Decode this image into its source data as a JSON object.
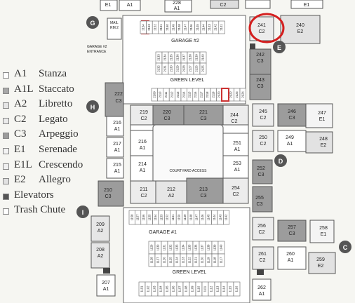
{
  "legend": [
    {
      "code": "A1",
      "name": "Stanza",
      "swatch": "#ffffff"
    },
    {
      "code": "A1L",
      "name": "Staccato",
      "swatch": "#a8a8a8"
    },
    {
      "code": "A2",
      "name": "Libretto",
      "swatch": "#e6e6e6"
    },
    {
      "code": "C2",
      "name": "Legato",
      "swatch": "#ececec"
    },
    {
      "code": "C3",
      "name": "Arpeggio",
      "swatch": "#9c9c9c"
    },
    {
      "code": "E1",
      "name": "Serenade",
      "swatch": "#f4f4f4"
    },
    {
      "code": "E1L",
      "name": "Crescendo",
      "swatch": "#f0f0f0"
    },
    {
      "code": "E2",
      "name": "Allegro",
      "swatch": "#e2e2e2"
    },
    {
      "code": "",
      "name": "Elevators",
      "swatch": "#555555"
    },
    {
      "code": "",
      "name": "Trash Chute",
      "swatch": "#ffffff"
    }
  ],
  "labels": {
    "garage2": "GARAGE #2",
    "garage1": "GARAGE #1",
    "green_top": "GREEN LEVEL",
    "green_bottom": "GREEN LEVEL",
    "courtyard": "COURTYARD ACCESS",
    "mailroom": "MAIL RM 2",
    "entrance": "GARAGE #2 ENTRANCE"
  },
  "markers": [
    "G",
    "H",
    "I",
    "E",
    "D",
    "C"
  ],
  "units": [
    {
      "n": "241",
      "t": "C2"
    },
    {
      "n": "240",
      "t": "E2"
    },
    {
      "n": "242",
      "t": "C3"
    },
    {
      "n": "243",
      "t": "C3"
    },
    {
      "n": "245",
      "t": "C2"
    },
    {
      "n": "246",
      "t": "C3"
    },
    {
      "n": "247",
      "t": "E1"
    },
    {
      "n": "250",
      "t": "C2"
    },
    {
      "n": "249",
      "t": "A1"
    },
    {
      "n": "248",
      "t": "E2"
    },
    {
      "n": "252",
      "t": "C3"
    },
    {
      "n": "255",
      "t": "C3"
    },
    {
      "n": "256",
      "t": "C2"
    },
    {
      "n": "257",
      "t": "C3"
    },
    {
      "n": "258",
      "t": "E1"
    },
    {
      "n": "261",
      "t": "C2"
    },
    {
      "n": "260",
      "t": "A1"
    },
    {
      "n": "259",
      "t": "E2"
    },
    {
      "n": "262",
      "t": "A1"
    },
    {
      "n": "222",
      "t": "C3"
    },
    {
      "n": "216",
      "t": "A1"
    },
    {
      "n": "217",
      "t": "A1"
    },
    {
      "n": "215",
      "t": "A1"
    },
    {
      "n": "210",
      "t": "C3"
    },
    {
      "n": "209",
      "t": "A2"
    },
    {
      "n": "208",
      "t": "A2"
    },
    {
      "n": "207",
      "t": "A1"
    },
    {
      "n": "219",
      "t": "C2"
    },
    {
      "n": "220",
      "t": "C3"
    },
    {
      "n": "221",
      "t": "C3"
    },
    {
      "n": "244",
      "t": "C2"
    },
    {
      "n": "216",
      "t": "A1"
    },
    {
      "n": "214",
      "t": "A1"
    },
    {
      "n": "251",
      "t": "A1"
    },
    {
      "n": "253",
      "t": "A1"
    },
    {
      "n": "211",
      "t": "C2"
    },
    {
      "n": "212",
      "t": "A2"
    },
    {
      "n": "213",
      "t": "C3"
    },
    {
      "n": "254",
      "t": "C2"
    },
    {
      "n": "",
      "t": "E1"
    },
    {
      "n": "",
      "t": "A1"
    },
    {
      "n": "228",
      "t": "A1"
    },
    {
      "n": "",
      "t": "C2"
    },
    {
      "n": "",
      "t": "E1"
    }
  ],
  "garage2_top": [
    "2154",
    "2153",
    "2152",
    "2151",
    "2150",
    "2149",
    "2148",
    "2147",
    "2146",
    "2145",
    "2144",
    "2143",
    "2142",
    "2141"
  ],
  "garage2_mid1": [
    "2133",
    "2134",
    "2135",
    "2136",
    "2137",
    "2138",
    "2139",
    "2140"
  ],
  "garage2_mid2": [
    "2132",
    "2131",
    "2130",
    "2129",
    "2128",
    "2127",
    "2126",
    "2125"
  ],
  "garage2_low": [
    "2109",
    "2110",
    "2111",
    "2112",
    "2113",
    "2114",
    "2115",
    "2116",
    "2117",
    "2118",
    "2119",
    "2120",
    "2121",
    "2122",
    "2123",
    "2124"
  ],
  "garage1_top": [
    "1158",
    "1157",
    "1156",
    "1155",
    "1154",
    "1153",
    "1152",
    "1151",
    "1150",
    "1149",
    "1148",
    "1147",
    "1146",
    "1145",
    "1144",
    "1143",
    "1142"
  ],
  "garage1_mid": [
    "1129",
    "1130",
    "1131",
    "1132",
    "1133",
    "1134",
    "1135",
    "1136",
    "1137",
    "1138",
    "1139",
    "1140"
  ],
  "garage1_mid2": [
    "1128",
    "1127",
    "1126",
    "1125",
    "1124",
    "1123",
    "1122",
    "1121",
    "1120",
    "1119",
    "1118",
    "1117"
  ],
  "garage1_low": [
    "1101",
    "1102",
    "1103",
    "1104",
    "1105",
    "1106",
    "1107",
    "1108",
    "1109",
    "1110",
    "1111",
    "1112",
    "1113",
    "1114",
    "1115",
    "1116"
  ],
  "highlight": "241"
}
